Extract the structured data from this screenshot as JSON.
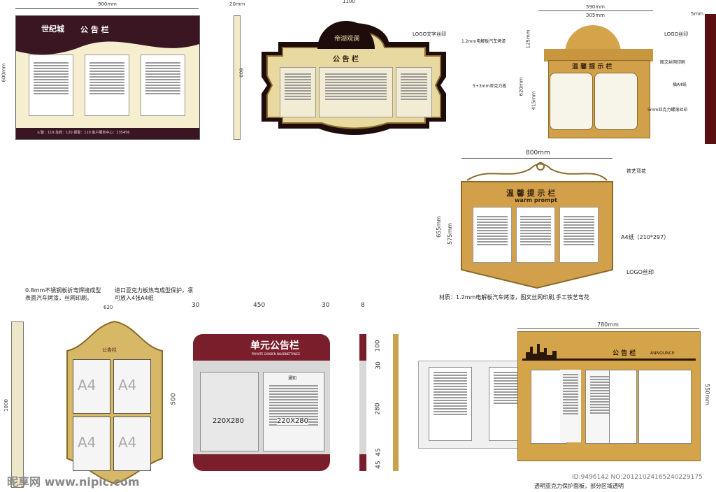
{
  "colors": {
    "maroon": "#3a1622",
    "gold": "#caa14a",
    "cream": "#f3e9c6",
    "wine": "#7a1e2b",
    "brown": "#2b1608"
  },
  "board1": {
    "width_dim": "900mm",
    "height_dim": "600mm",
    "brand": "世纪城",
    "title": "公 告 栏",
    "footer": "火警：119  急救：120  报警：110  客户服务中心：135456",
    "side_dim": "20mm",
    "side_h": "600"
  },
  "board2": {
    "top_dim": "1100",
    "logo_text": "帝湖观澜",
    "title": "公 告 栏",
    "note1": "LOGO文字丝印",
    "note2": "1.2mm电解板汽车烤漆",
    "note3": "5+3mm亚克力板"
  },
  "board3": {
    "w_dim": "590mm",
    "w2_dim": "305mm",
    "h1": "125mm",
    "h2": "620mm",
    "h3": "415mm",
    "thick": "5mm",
    "title": "温 馨 提 示 栏",
    "note1": "LOGO丝印",
    "note2": "图文丝网印刷",
    "note3": "插A4纸",
    "note4": "5mm亚克力螺滚丝印"
  },
  "board4": {
    "w_dim": "800mm",
    "h1": "655mm",
    "h2": "575mm",
    "title": "温 馨 提 示 栏",
    "subtitle": "warm prompt",
    "note1": "铁艺弯花",
    "note2": "A4纸（210*297）",
    "note3": "LOGO丝印",
    "material": "材质：1.2mm电解板汽车烤漆，图文丝网印刷,手工铁艺弯花"
  },
  "board5": {
    "desc1": "0.8mm不锈钢板折弯焊接成型",
    "desc2": "表面汽车烤漆，丝网印刷。",
    "desc3": "进口亚克力板热弯成型保护，凛",
    "desc4": "可放入4张A4纸",
    "w_dim": "620",
    "h_dim": "1000",
    "title": "公告栏",
    "a4": "A4"
  },
  "board6": {
    "d1": "30",
    "d2": "450",
    "d3": "30",
    "d4": "8",
    "h_dim": "500",
    "title": "单元公告栏",
    "subtitle": "PRIVATE GARDEN NOADNETTANCE",
    "slot1": "220X280",
    "slot2": "220X280",
    "notice": "通知",
    "side_dims": [
      "100",
      "30",
      "280",
      "45",
      "45"
    ]
  },
  "board7": {
    "w_dim": "780mm",
    "h_dim": "550mm",
    "title": "公 告 栏",
    "title_en": "ANNOUNCE",
    "bottom_note": "透明亚克力保护面板，部分区域透明"
  },
  "watermark": {
    "left": "昵享网 www.nipic.com",
    "right": "ID:9496142 NO:20121024165240229175"
  }
}
